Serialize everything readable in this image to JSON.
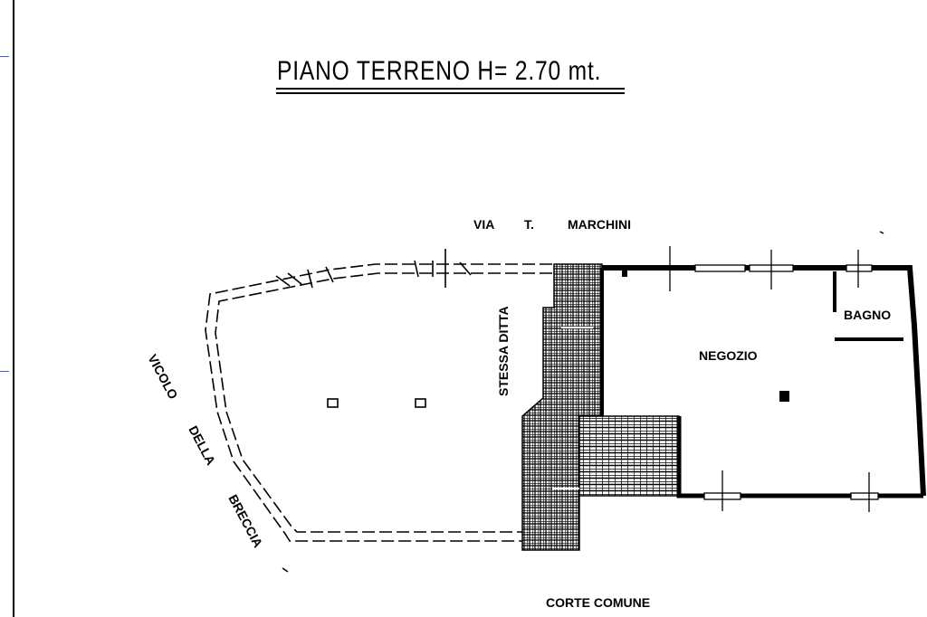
{
  "title": "PIANO TERRENO H= 2.70 mt.",
  "streets": {
    "top": [
      "VIA",
      "T.",
      "MARCHINI"
    ],
    "left": [
      "VICOLO",
      "DELLA",
      "BRECCIA"
    ],
    "bottom": "CORTE COMUNE",
    "middle": "STESSA DITTA"
  },
  "rooms": {
    "shop": "NEGOZIO",
    "bathroom": "BAGNO"
  },
  "colors": {
    "ink": "#000000",
    "frame_tick": "#3b5bd6",
    "paper": "#ffffff"
  }
}
